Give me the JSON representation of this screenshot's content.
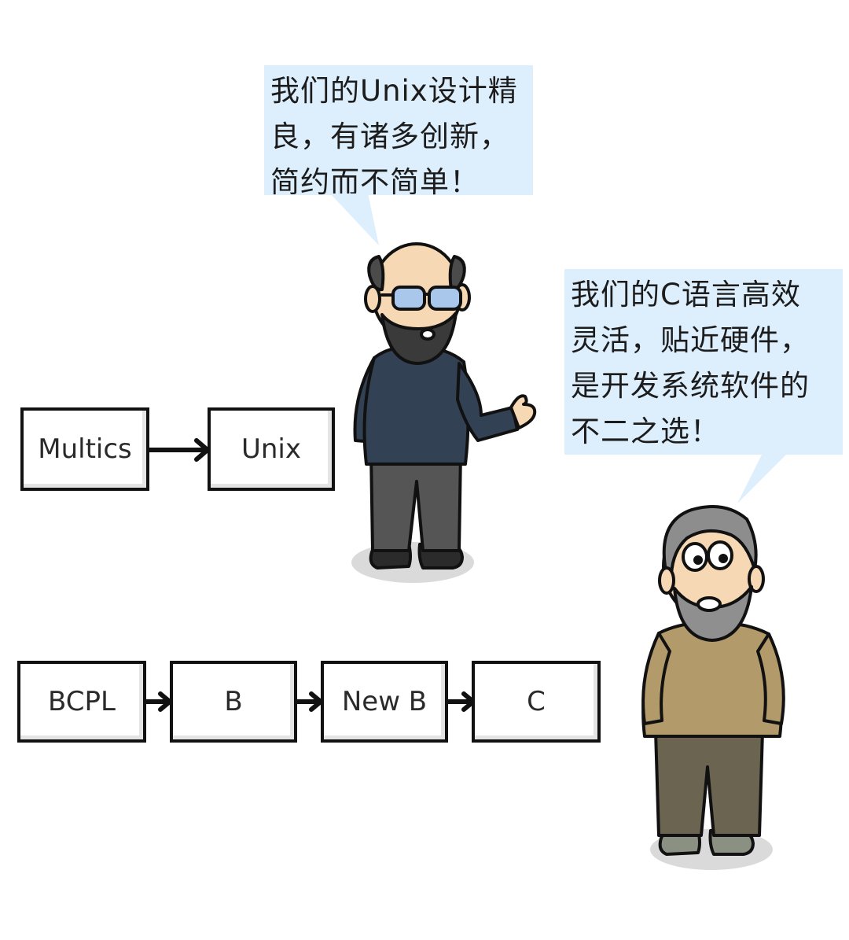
{
  "speech_bubbles": {
    "thompson": {
      "lines": [
        "我们的Unix设计精",
        "良，有诸多创新，",
        "简约而不简单！"
      ]
    },
    "ritchie": {
      "lines": [
        "我们的C语言高效",
        "灵活，贴近硬件，",
        "是开发系统软件的",
        "不二之选！"
      ]
    }
  },
  "os_lineage": {
    "boxes": [
      "Multics",
      "Unix"
    ]
  },
  "language_lineage": {
    "boxes": [
      "BCPL",
      "B",
      "New B",
      "C"
    ]
  },
  "colors": {
    "bubble_fill": "#ddeefc",
    "thompson_sweater": "#334155",
    "thompson_pants": "#555555",
    "ritchie_sweater": "#b39a6a",
    "ritchie_pants": "#6b6450",
    "glasses_tint": "#a9c7ea"
  }
}
